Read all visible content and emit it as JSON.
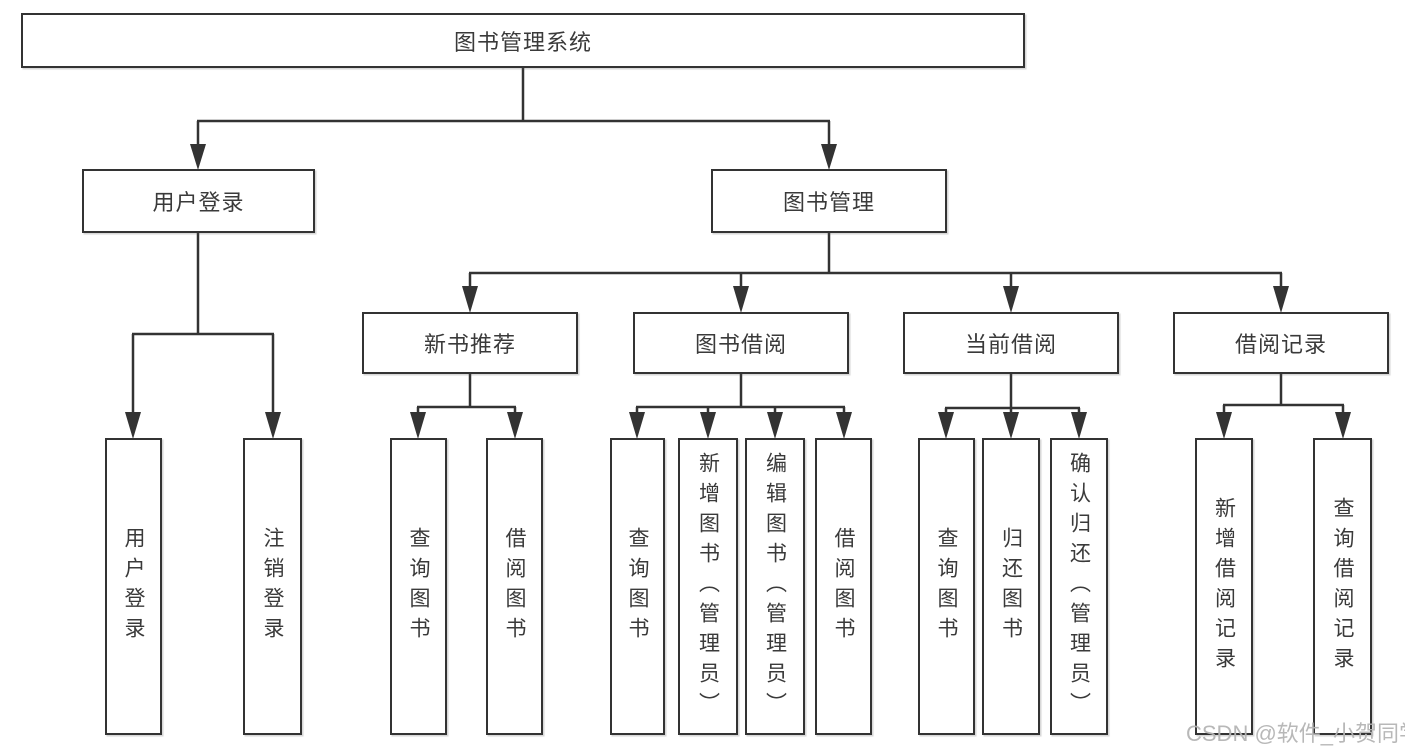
{
  "diagram_title": "图书管理系统",
  "nodes": {
    "root": "图书管理系统",
    "user_login": "用户登录",
    "book_management": "图书管理",
    "new_book_recommend": "新书推荐",
    "book_borrowing": "图书借阅",
    "current_borrowing": "当前借阅",
    "borrow_records": "借阅记录",
    "leaf_user_login": "用户登录",
    "leaf_logout": "注销登录",
    "leaf_query_books_recommend": "查询图书",
    "leaf_borrow_books_recommend": "借阅图书",
    "leaf_query_books_borrowing": "查询图书",
    "leaf_add_books_admin": "新增图书（管理员）",
    "leaf_edit_books_admin": "编辑图书（管理员）",
    "leaf_borrow_books_borrowing": "借阅图书",
    "leaf_query_books_current": "查询图书",
    "leaf_return_books": "归还图书",
    "leaf_confirm_return_admin": "确认归还（管理员）",
    "leaf_add_borrow_record": "新增借阅记录",
    "leaf_query_borrow_record": "查询借阅记录"
  },
  "edges": [
    {
      "from": "root",
      "to": "user_login"
    },
    {
      "from": "root",
      "to": "book_management"
    },
    {
      "from": "user_login",
      "to": "leaf_user_login"
    },
    {
      "from": "user_login",
      "to": "leaf_logout"
    },
    {
      "from": "book_management",
      "to": "new_book_recommend"
    },
    {
      "from": "book_management",
      "to": "book_borrowing"
    },
    {
      "from": "book_management",
      "to": "current_borrowing"
    },
    {
      "from": "book_management",
      "to": "borrow_records"
    },
    {
      "from": "new_book_recommend",
      "to": "leaf_query_books_recommend"
    },
    {
      "from": "new_book_recommend",
      "to": "leaf_borrow_books_recommend"
    },
    {
      "from": "book_borrowing",
      "to": "leaf_query_books_borrowing"
    },
    {
      "from": "book_borrowing",
      "to": "leaf_add_books_admin"
    },
    {
      "from": "book_borrowing",
      "to": "leaf_edit_books_admin"
    },
    {
      "from": "book_borrowing",
      "to": "leaf_borrow_books_borrowing"
    },
    {
      "from": "current_borrowing",
      "to": "leaf_query_books_current"
    },
    {
      "from": "current_borrowing",
      "to": "leaf_return_books"
    },
    {
      "from": "current_borrowing",
      "to": "leaf_confirm_return_admin"
    },
    {
      "from": "borrow_records",
      "to": "leaf_add_borrow_record"
    },
    {
      "from": "borrow_records",
      "to": "leaf_query_borrow_record"
    }
  ],
  "watermark": "CSDN @软件_小贺同学",
  "colors": {
    "line": "#333333",
    "box_border": "#333333",
    "box_background": "#ffffff",
    "text": "#3a3a3a",
    "watermark": "#b5b5b5",
    "page_background": "#ffffff"
  }
}
